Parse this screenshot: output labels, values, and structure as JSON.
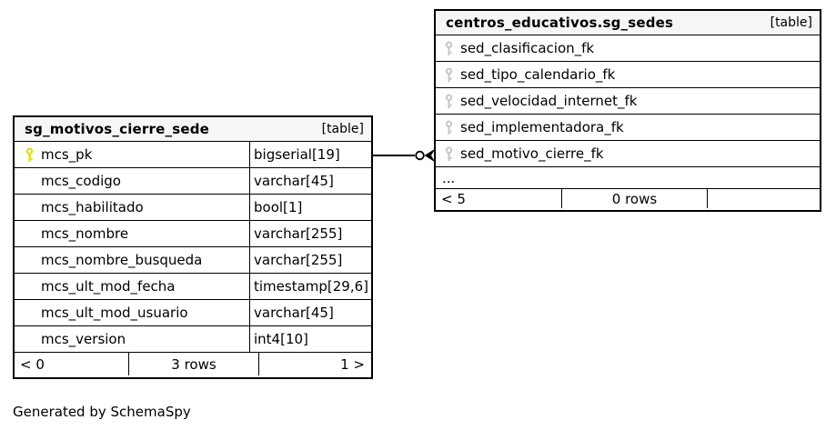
{
  "diagram": {
    "footer_note": "Generated by SchemaSpy"
  },
  "tables": {
    "left": {
      "title": "sg_motivos_cierre_sede",
      "badge": "[table]",
      "columns": [
        {
          "name": "mcs_pk",
          "type": "bigserial[19]",
          "key": "primary"
        },
        {
          "name": "mcs_codigo",
          "type": "varchar[45]",
          "key": ""
        },
        {
          "name": "mcs_habilitado",
          "type": "bool[1]",
          "key": ""
        },
        {
          "name": "mcs_nombre",
          "type": "varchar[255]",
          "key": ""
        },
        {
          "name": "mcs_nombre_busqueda",
          "type": "varchar[255]",
          "key": ""
        },
        {
          "name": "mcs_ult_mod_fecha",
          "type": "timestamp[29,6]",
          "key": ""
        },
        {
          "name": "mcs_ult_mod_usuario",
          "type": "varchar[45]",
          "key": ""
        },
        {
          "name": "mcs_version",
          "type": "int4[10]",
          "key": ""
        }
      ],
      "footer": {
        "left": "< 0",
        "center": "3 rows",
        "right": "1 >"
      }
    },
    "right": {
      "title": "centros_educativos.sg_sedes",
      "badge": "[table]",
      "columns": [
        {
          "name": "sed_clasificacion_fk",
          "key": "foreign"
        },
        {
          "name": "sed_tipo_calendario_fk",
          "key": "foreign"
        },
        {
          "name": "sed_velocidad_internet_fk",
          "key": "foreign"
        },
        {
          "name": "sed_implementadora_fk",
          "key": "foreign"
        },
        {
          "name": "sed_motivo_cierre_fk",
          "key": "foreign"
        }
      ],
      "ellipsis": "...",
      "footer": {
        "left": "< 5",
        "center": "0 rows",
        "right": ""
      }
    }
  },
  "relationship": {
    "from_column": "mcs_pk",
    "to_column": "sed_motivo_cierre_fk"
  },
  "colors": {
    "primary_key": "#e0e000",
    "foreign_key": "#c9c9c9",
    "header_bg": "#f6f6f6",
    "border": "#000000",
    "background": "#ffffff",
    "text": "#000000"
  }
}
